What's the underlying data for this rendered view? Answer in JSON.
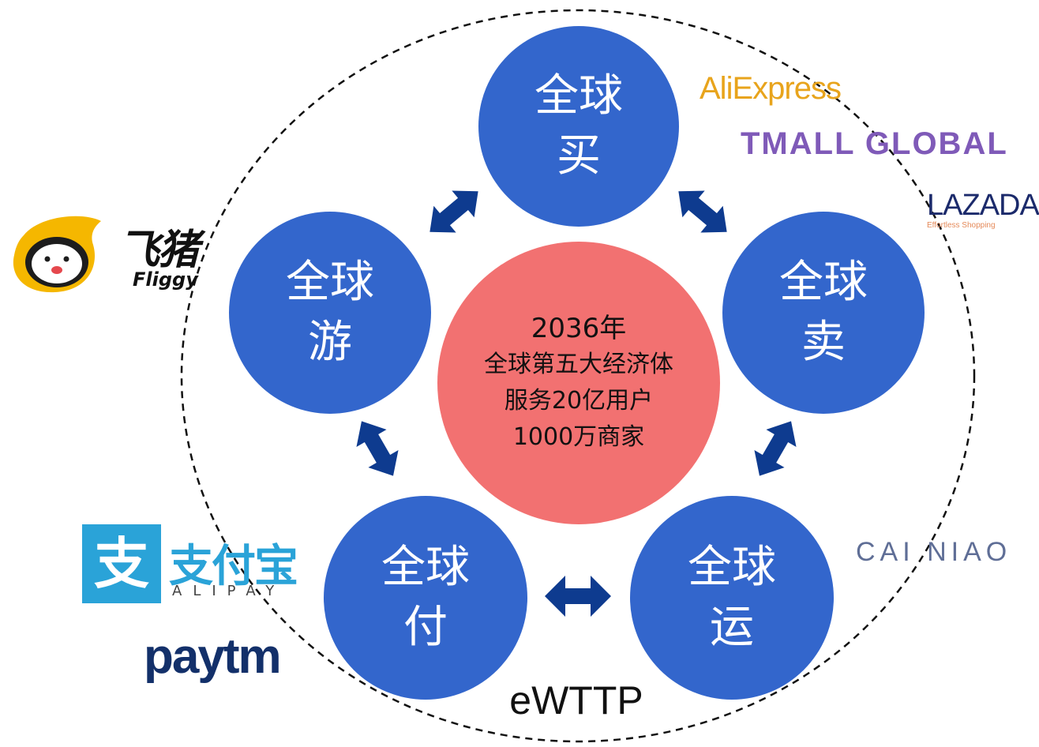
{
  "center": {
    "year": "2036年",
    "line1": "全球第五大经济体",
    "line2": "服务20亿用户",
    "line3": "1000万商家"
  },
  "nodes": {
    "buy": {
      "top": "全球",
      "bottom": "买"
    },
    "sell": {
      "top": "全球",
      "bottom": "卖"
    },
    "travel": {
      "top": "全球",
      "bottom": "游"
    },
    "pay": {
      "top": "全球",
      "bottom": "付"
    },
    "ship": {
      "top": "全球",
      "bottom": "运"
    }
  },
  "ring_label": "eWTTP",
  "logos": {
    "aliexpress": "AliExpress",
    "tmall": "TMALL GLOBAL",
    "lazada": "LAZADA",
    "lazada_tagline": "Effortless Shopping",
    "fliggy_cn": "飞猪",
    "fliggy_en": "Fliggy",
    "alipay_cn": "支付宝",
    "alipay_en": "ALIPAY",
    "paytm": "paytm",
    "cainiao": "CAI NIAO"
  },
  "colors": {
    "node_fill": "#3366cc",
    "center_fill": "#f27171",
    "arrow_fill": "#0e3b8f",
    "ring_stroke": "#111111"
  }
}
